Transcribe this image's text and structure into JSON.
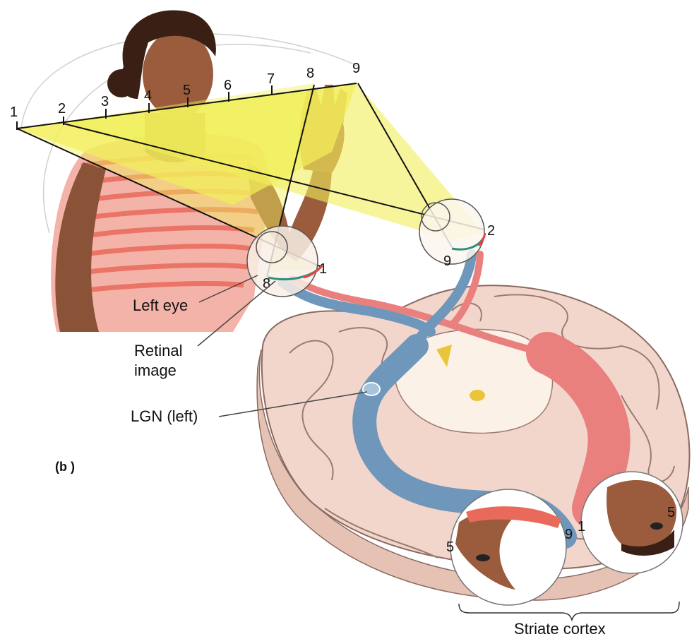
{
  "colors": {
    "visual_field": "#f2ef5a",
    "pathway_red": "#e9807e",
    "pathway_blue": "#6e97bb",
    "brain_tissue": "#f2d6cc",
    "brain_white_matter": "#fbf1e6",
    "shirt": "#e96a5a",
    "skin": "#9a5c3c"
  },
  "field_markers": [
    "1",
    "2",
    "3",
    "4",
    "5",
    "6",
    "7",
    "8",
    "9"
  ],
  "left_eye_markers": {
    "top": "1",
    "bottom": "8"
  },
  "right_eye_markers": {
    "top": "2",
    "bottom": "9"
  },
  "cortex_markers": {
    "left_a": "5",
    "left_b": "9",
    "right_a": "1",
    "right_b": "5"
  },
  "labels": {
    "left_eye": "Left eye",
    "retinal_image_line1": "Retinal",
    "retinal_image_line2": "image",
    "lgn": "LGN (left)",
    "panel": "(b )",
    "striate_cortex": "Striate cortex"
  }
}
